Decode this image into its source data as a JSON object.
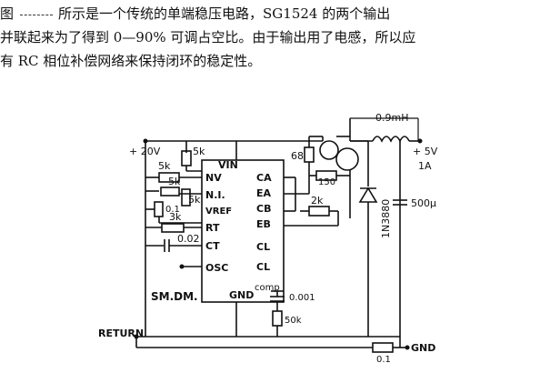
{
  "paragraph": {
    "figure_label": "图",
    "line1": "所示是一个传统的单端稳压电路，SG1524 的两个输出",
    "line2": "并联起来为了得到 0—90% 可调占空比。由于输出用了电感，所以应",
    "line3": "有 RC 相位补偿网络来保持闭环的稳定性。"
  },
  "schematic": {
    "inductor_label": "0.9mH",
    "supply_in": "+ 20V",
    "supply_out_voltage": "+ 5V",
    "supply_out_current": "1A",
    "r_top_5k": "5k",
    "r_nv_5k": "5k",
    "r_ni_5k": "5k",
    "r_ni_5k_b": "5k",
    "r_3k": "3k",
    "r_01_left": "0.1",
    "c_002": "0.02",
    "r_68": "68",
    "r_150": "150",
    "r_2k": "2k",
    "diode_label": "1N3880",
    "cap_out": "500μ",
    "c_0001": "0.001",
    "r_50k": "50k",
    "r_01_bottom": "0.1",
    "return_label": "RETURN",
    "gnd_label": "GND",
    "sm_dm_label": "SM.DM.",
    "pin_vin": "VIN",
    "pin_nv": "NV",
    "pin_ni": "N.I.",
    "pin_vref": "VREF",
    "pin_rt": "RT",
    "pin_ct": "CT",
    "pin_osc": "OSC",
    "pin_gnd": "GND",
    "pin_ca": "CA",
    "pin_ea": "EA",
    "pin_cb": "CB",
    "pin_eb": "EB",
    "pin_cl_plus": "CL",
    "pin_cl_minus": "CL",
    "pin_comp": "comp"
  }
}
